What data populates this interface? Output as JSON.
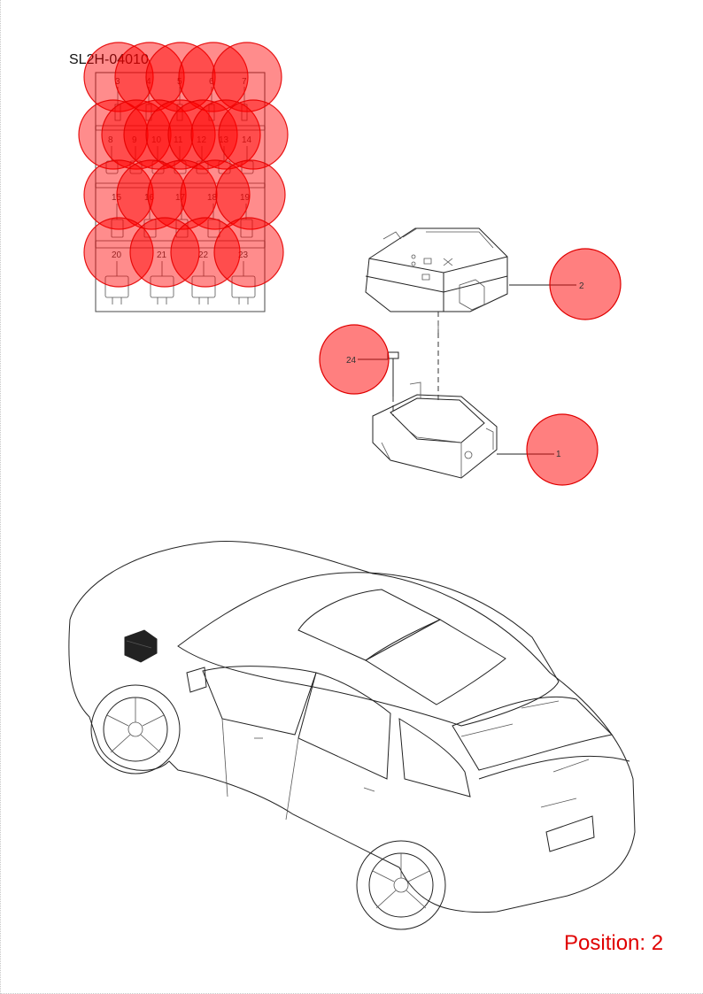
{
  "diagram_code": "SL2H-04010",
  "position_label": "Position: 2",
  "accent_color": "#e00000",
  "relay_slots": {
    "row1": [
      "3",
      "4",
      "5",
      "6",
      "7"
    ],
    "row2": [
      "8",
      "9",
      "10",
      "11",
      "12",
      "13",
      "14"
    ],
    "row3": [
      "15",
      "16",
      "17",
      "18",
      "19"
    ],
    "row4": [
      "20",
      "21",
      "22",
      "23"
    ]
  },
  "callouts": {
    "cover": "2",
    "bolt": "24",
    "base": "1"
  }
}
